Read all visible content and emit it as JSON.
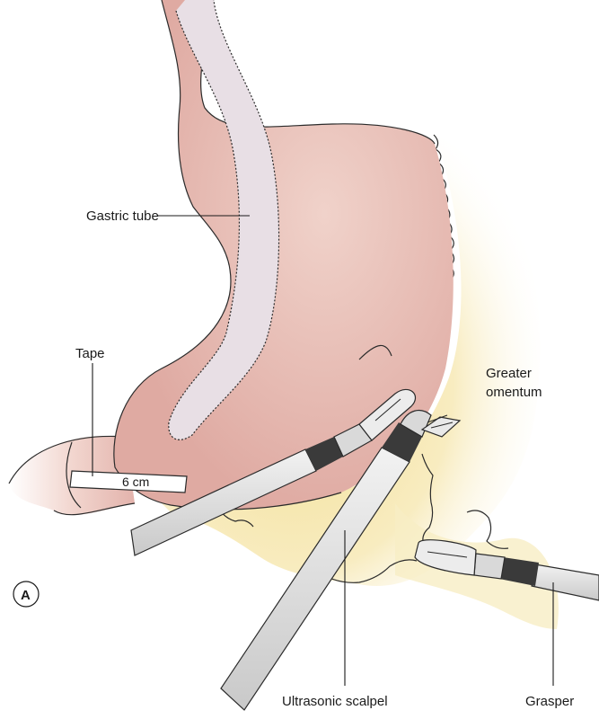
{
  "figure": {
    "panel_letter": "A",
    "labels": {
      "gastric_tube": "Gastric tube",
      "tape": "Tape",
      "tape_measure": "6 cm",
      "greater_omentum_line1": "Greater",
      "greater_omentum_line2": "omentum",
      "ultrasonic_scalpel": "Ultrasonic scalpel",
      "grasper": "Grasper"
    }
  },
  "colors": {
    "stomach": "#e3b3ac",
    "stomach_highlight": "#f0d0c8",
    "omentum": "#f6e7a6",
    "gastric_tube": "#e6dde3",
    "instrument": "#d9d9d9",
    "instrument_dark": "#3a3a3a"
  }
}
